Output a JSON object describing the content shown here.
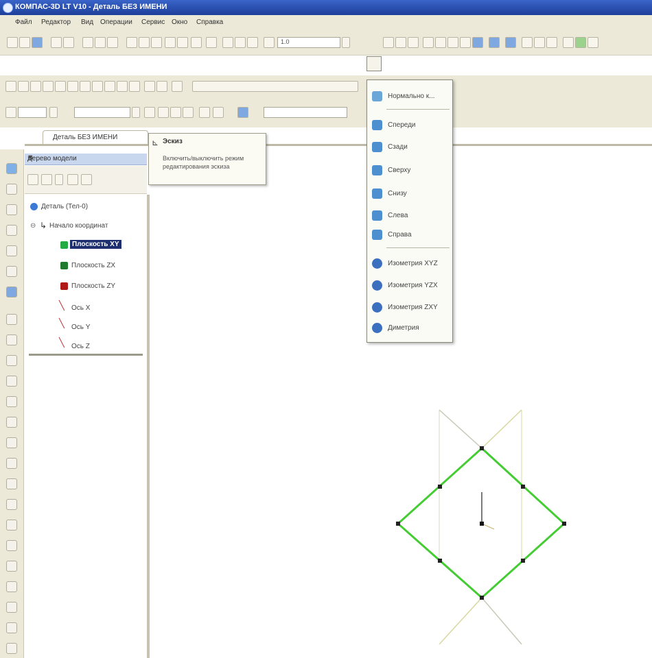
{
  "app": {
    "title": "КОМПАС-3D LT V10 - Деталь БЕЗ ИМЕНИ"
  },
  "menubar": {
    "items": [
      "Файл",
      "Редактор",
      "Вид",
      "Операции",
      "Сервис",
      "Окно",
      "Справка"
    ]
  },
  "toolbar": {
    "scale_value": "1.0"
  },
  "document": {
    "tab_label": "Деталь БЕЗ ИМЕНИ"
  },
  "tree_panel": {
    "header": "Дерево модели",
    "pin_icon": "pin-icon",
    "close_icon": "close-icon",
    "root": "Деталь (Тел-0)",
    "origin": "Начало координат",
    "nodes": [
      {
        "label": "Плоскость XY",
        "color": "#22aa44",
        "selected": true
      },
      {
        "label": "Плоскость ZX",
        "color": "#1f7a2e",
        "selected": false
      },
      {
        "label": "Плоскость ZY",
        "color": "#b01818",
        "selected": false
      },
      {
        "label": "Ось X",
        "color": "#c03030",
        "selected": false
      },
      {
        "label": "Ось Y",
        "color": "#c03030",
        "selected": false
      },
      {
        "label": "Ось Z",
        "color": "#c03030",
        "selected": false
      }
    ]
  },
  "tooltip": {
    "title": "Эскиз",
    "text": "Включить/выключить режим редактирования эскиза"
  },
  "orientation_menu": {
    "items": [
      {
        "label": "Нормально к...",
        "icon": "normal-to-icon",
        "color": "#6aa7d8"
      },
      {
        "label": "Спереди",
        "icon": "front-view-icon",
        "color": "#4e8fd0"
      },
      {
        "label": "Сзади",
        "icon": "back-view-icon",
        "color": "#4e8fd0"
      },
      {
        "label": "Сверху",
        "icon": "top-view-icon",
        "color": "#4e8fd0"
      },
      {
        "label": "Снизу",
        "icon": "bottom-view-icon",
        "color": "#4e8fd0"
      },
      {
        "label": "Слева",
        "icon": "left-view-icon",
        "color": "#4e8fd0"
      },
      {
        "label": "Справа",
        "icon": "right-view-icon",
        "color": "#4e8fd0"
      },
      {
        "label": "Изометрия XYZ",
        "icon": "isometric-xyz-icon",
        "color": "#3b6fbf"
      },
      {
        "label": "Изометрия YZX",
        "icon": "isometric-yzx-icon",
        "color": "#3b6fbf"
      },
      {
        "label": "Изометрия ZXY",
        "icon": "isometric-zxy-icon",
        "color": "#3b6fbf"
      },
      {
        "label": "Диметрия",
        "icon": "dimetric-icon",
        "color": "#3b6fbf"
      }
    ]
  },
  "colors": {
    "sketch_green": "#44cc33",
    "selection": "#1e2f6f",
    "toolbar_bg": "#ece9d8",
    "titlebar": "#2a52b8"
  }
}
